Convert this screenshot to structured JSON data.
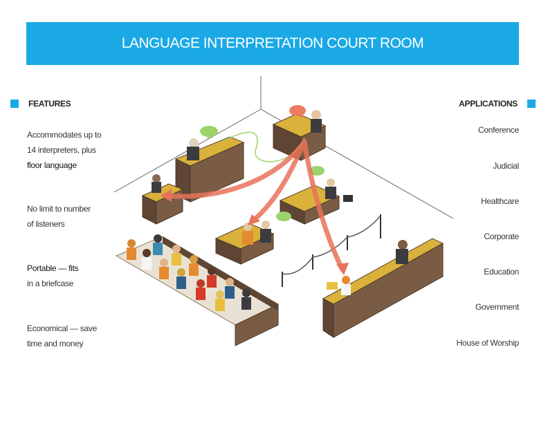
{
  "banner": {
    "title": "LANGUAGE INTERPRETATION COURT ROOM"
  },
  "features": {
    "heading": "FEATURES",
    "items": [
      {
        "line1": "Accommodates up to",
        "line2": "14 interpreters, plus",
        "line3_bold": "floor language"
      },
      {
        "line1": "No limit to number",
        "line2": "of listeners"
      },
      {
        "line1_bold": "Portable — fits",
        "line2": "in a briefcase"
      },
      {
        "line1": "Economical — save",
        "line2": "time and money"
      }
    ]
  },
  "applications": {
    "heading": "APPLICATIONS",
    "items": [
      "Conference",
      "Judicial",
      "Healthcare",
      "Corporate",
      "Education",
      "Government",
      "House of Worship"
    ]
  },
  "colors": {
    "accent_blue": "#1ba9e6",
    "signal_arrow": "#e8735a",
    "speech_red": "#ec7b62",
    "speech_green": "#9bd46a",
    "wood": "#7a5c45",
    "desk_top": "#d9b13b"
  },
  "illustration": {
    "subject": "isometric courtroom with interpreter broadcasting to judge, witness, attorneys and jury",
    "icons": [
      "judge",
      "witness",
      "attorney",
      "interpreter",
      "jury",
      "speech-bubble",
      "stanchion-rope"
    ]
  }
}
